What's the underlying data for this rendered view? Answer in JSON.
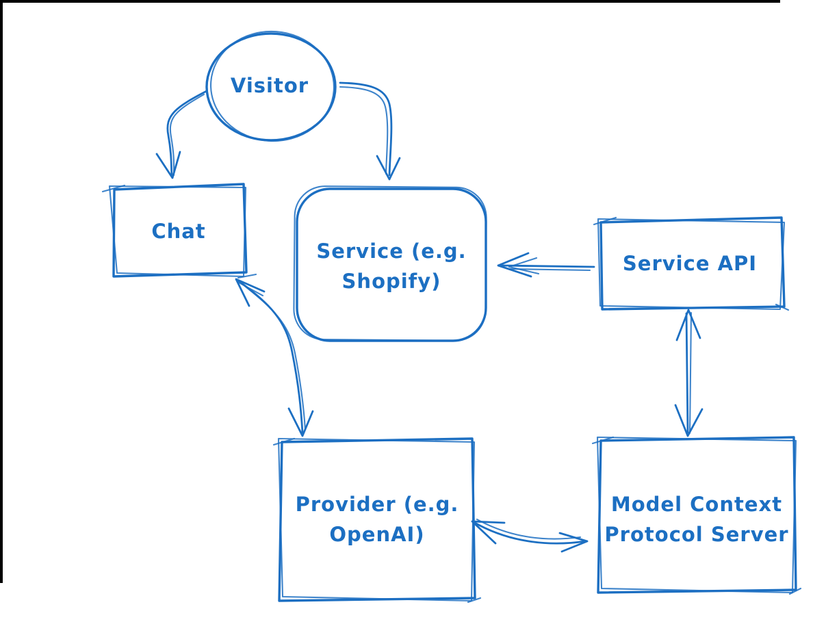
{
  "diagram": {
    "background": "#ffffff",
    "frame_color": "#000000",
    "ink_color": "#1c6fc2",
    "style": "hand-drawn-sketch",
    "nodes": {
      "visitor": {
        "label": "Visitor",
        "shape": "ellipse"
      },
      "chat": {
        "label": "Chat",
        "shape": "rectangle"
      },
      "service": {
        "label": "Service (e.g. Shopify)",
        "line1": "Service (e.g.",
        "line2": "Shopify)",
        "shape": "rounded-rectangle"
      },
      "service_api": {
        "label": "Service API",
        "shape": "rectangle"
      },
      "provider": {
        "label": "Provider (e.g. OpenAI)",
        "line1": "Provider (e.g.",
        "line2": "OpenAI)",
        "shape": "rectangle"
      },
      "mcp_server": {
        "label": "Model Context Protocol Server",
        "line1": "Model Context",
        "line2": "Protocol Server",
        "shape": "rectangle"
      }
    },
    "edges": [
      {
        "from": "visitor",
        "to": "chat",
        "direction": "one-way"
      },
      {
        "from": "visitor",
        "to": "service",
        "direction": "one-way"
      },
      {
        "from": "service_api",
        "to": "service",
        "direction": "one-way"
      },
      {
        "from": "service_api",
        "to": "mcp_server",
        "direction": "two-way"
      },
      {
        "from": "chat",
        "to": "provider",
        "direction": "two-way"
      },
      {
        "from": "provider",
        "to": "mcp_server",
        "direction": "two-way"
      }
    ]
  }
}
